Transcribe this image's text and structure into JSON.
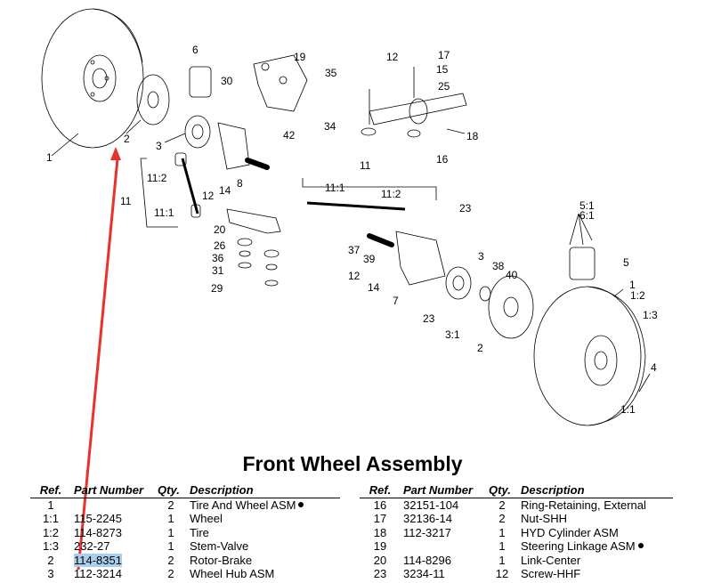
{
  "title": "Front Wheel Assembly",
  "columns": {
    "ref": "Ref.",
    "part": "Part Number",
    "qty": "Qty.",
    "desc": "Description"
  },
  "left_rows": [
    {
      "ref": "1",
      "part": "",
      "qty": "2",
      "desc": "Tire And Wheel ASM",
      "dot": true
    },
    {
      "ref": "1:1",
      "part": "115-2245",
      "qty": "1",
      "desc": "Wheel",
      "dot": false
    },
    {
      "ref": "1:2",
      "part": "114-8273",
      "qty": "1",
      "desc": "Tire",
      "dot": false
    },
    {
      "ref": "1:3",
      "part": "232-27",
      "qty": "1",
      "desc": "Stem-Valve",
      "dot": false
    },
    {
      "ref": "2",
      "part": "114-8351",
      "qty": "2",
      "desc": "Rotor-Brake",
      "dot": false,
      "highlight": true
    },
    {
      "ref": "3",
      "part": "112-3214",
      "qty": "2",
      "desc": "Wheel Hub ASM",
      "dot": false
    }
  ],
  "right_rows": [
    {
      "ref": "16",
      "part": "32151-104",
      "qty": "2",
      "desc": "Ring-Retaining, External",
      "dot": false
    },
    {
      "ref": "17",
      "part": "32136-14",
      "qty": "2",
      "desc": "Nut-SHH",
      "dot": false
    },
    {
      "ref": "18",
      "part": "112-3217",
      "qty": "1",
      "desc": "HYD Cylinder ASM",
      "dot": false
    },
    {
      "ref": "19",
      "part": "",
      "qty": "1",
      "desc": "Steering Linkage ASM",
      "dot": true
    },
    {
      "ref": "20",
      "part": "114-8296",
      "qty": "1",
      "desc": "Link-Center",
      "dot": false
    },
    {
      "ref": "23",
      "part": "3234-11",
      "qty": "12",
      "desc": "Screw-HHF",
      "dot": false
    }
  ],
  "callouts": [
    "1",
    "2",
    "3",
    "6",
    "30",
    "19",
    "35",
    "42",
    "34",
    "8",
    "14",
    "12",
    "11:2",
    "11",
    "11:1",
    "20",
    "26",
    "36",
    "31",
    "29",
    "12",
    "17",
    "15",
    "25",
    "18",
    "16",
    "11",
    "11:1",
    "11:2",
    "23",
    "37",
    "39",
    "12",
    "14",
    "7",
    "3",
    "38",
    "40",
    "23",
    "3:1",
    "2",
    "5:1",
    "6:1",
    "5",
    "1",
    "1:2",
    "1:3",
    "4",
    "1:1"
  ],
  "colors": {
    "highlight": "#a9cfee",
    "arrow": "#e8322a"
  }
}
